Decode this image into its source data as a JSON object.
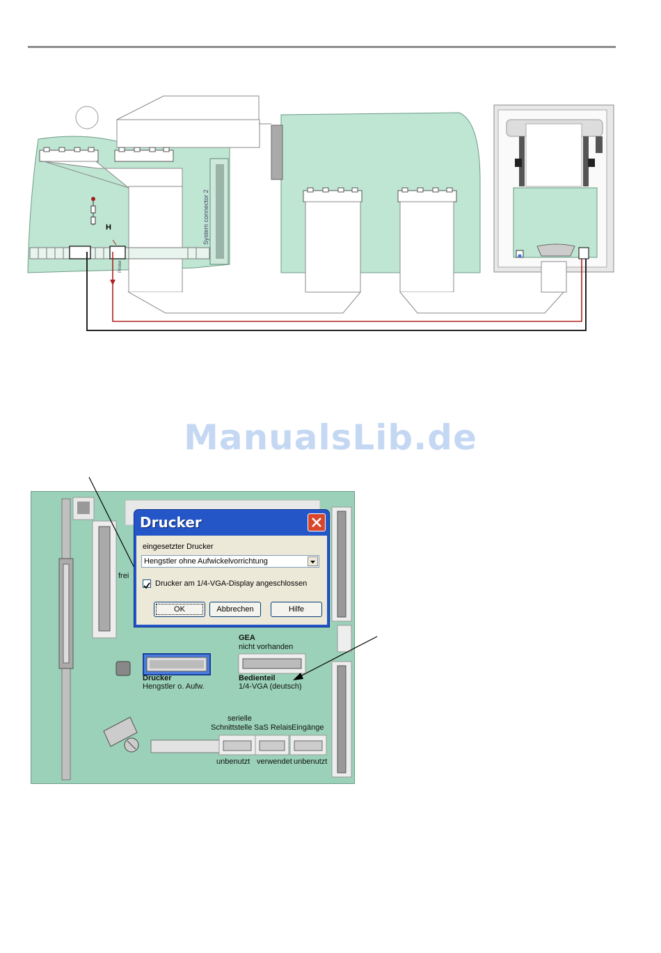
{
  "diagram": {
    "system_connector_label": "System connector 2",
    "printer_terminal_label": "Printer"
  },
  "watermark": "ManualsLib.de",
  "board": {
    "frei_label": "frei",
    "gea_title": "GEA",
    "gea_status": "nicht vorhanden",
    "drucker_title": "Drucker",
    "drucker_value": "Hengstler o. Aufw.",
    "bedienteil_title": "Bedienteil",
    "bedienteil_value": "1/4-VGA (deutsch)",
    "serial_title_line1": "serielle",
    "serial_title_line2": "Schnittstelle",
    "serial_status": "unbenutzt",
    "sas_title": "SaS Relais",
    "sas_status": "verwendet",
    "inputs_title": "Eingänge",
    "inputs_status": "unbenutzt"
  },
  "dialog": {
    "title": "Drucker",
    "printer_label": "eingesetzter Drucker",
    "printer_value": "Hengstler  ohne  Aufwickelvorrichtung",
    "checkbox_label": "Drucker am 1/4-VGA-Display angeschlossen",
    "checkbox_checked": true,
    "ok_label": "OK",
    "cancel_label": "Abbrechen",
    "help_label": "Hilfe"
  },
  "colors": {
    "board_green": "#bfe6d3",
    "panel_green": "#9ad1b8",
    "dialog_blue": "#2456c8",
    "wire_red": "#b02020"
  }
}
